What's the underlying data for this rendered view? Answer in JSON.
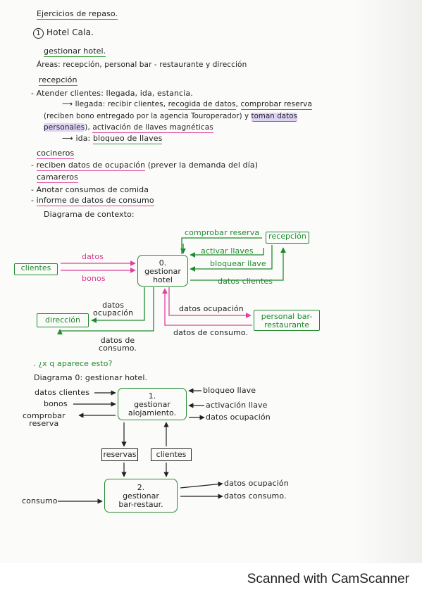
{
  "notes": {
    "title": "Ejercicios de repaso.",
    "exercise_num": "1",
    "exercise_title": "Hotel Cala.",
    "subtitle": "gestionar hotel.",
    "areas": "Áreas: recepción, personal bar - restaurante y dirección",
    "reception_heading": "recepción",
    "attend_line": "- Atender clientes: llegada, ida, estancia.",
    "arrival_prefix": "⟶ llegada: recibir clientes, ",
    "arrival_data": "recogida de datos",
    "arrival_sep": ", ",
    "arrival_check": "comprobar reserva",
    "receive_line_prefix": "(reciben bono entregado por la agencia Touroperador) y ",
    "receive_line_hl": "toman datos",
    "personal_hl": "personales",
    "personal_sep": "), ",
    "personal_activation": "activación de llaves magnéticas",
    "exit_prefix": "⟶ ida: ",
    "exit_block": "bloqueo de llaves",
    "cooks_heading": "cocineros",
    "cooks_dash": "- ",
    "cooks_line_ul": "reciben datos de ocupación",
    "cooks_line_rest": " (prever la demanda del día)",
    "waiters_heading": "camareros",
    "waiters_line1": "- Anotar consumos de comida",
    "waiters_line2_dash": "- ",
    "waiters_line2_ul": "informe de datos de consumo",
    "context_title": "Diagrama de contexto:",
    "why_question": ". ¿x q aparece esto?",
    "diagram0_title": "Diagrama 0: gestionar hotel."
  },
  "context_diagram": {
    "center": [
      "0.",
      "gestionar",
      "hotel"
    ],
    "clientes": "clientes",
    "recepcion": "recepción",
    "direccion": "dirección",
    "personal": [
      "personal bar-",
      "restaurante"
    ],
    "flow_datos": "datos",
    "flow_bonos": "bonos",
    "flow_comprobar": "comprobar reserva",
    "flow_activar": "activar llaves",
    "flow_bloquear": "bloquear llave",
    "flow_datos_clientes": "datos clientes",
    "flow_datos_ocupacion_dir": [
      "datos",
      "ocupación"
    ],
    "flow_datos_consumo_dir": [
      "datos de",
      "consumo."
    ],
    "flow_datos_ocupacion": "datos ocupación",
    "flow_datos_consumo": "datos de consumo."
  },
  "diagram0": {
    "p1": [
      "1.",
      "gestionar",
      "alojamiento."
    ],
    "p2": [
      "2.",
      "gestionar",
      "bar-restaur."
    ],
    "in_datos_clientes": "datos clientes",
    "in_bonos": "bonos",
    "out_comprobar": [
      "comprobar",
      "reserva"
    ],
    "out_bloqueo": "bloqueo llave",
    "out_activacion": "activación llave",
    "out_ocupacion": "datos ocupación",
    "store_reservas": "reservas",
    "store_clientes": "clientes",
    "in_consumo": "consumo",
    "out2_ocupacion": "datos ocupación",
    "out2_consumo": "datos consumo."
  },
  "footer": {
    "scanner": "Scanned with CamScanner"
  },
  "colors": {
    "pink": "#e0409a",
    "green": "#1f8a2e",
    "violet": "#8a4fd6",
    "ink": "#1e1e1e"
  }
}
